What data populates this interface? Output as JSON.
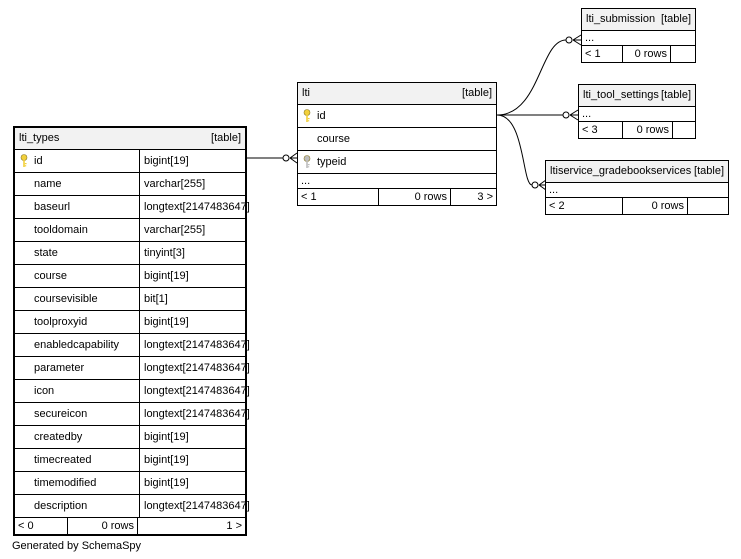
{
  "tables": {
    "lti_types": {
      "name": "lti_types",
      "kind": "[table]",
      "columns": [
        {
          "name": "id",
          "type": "bigint[19]",
          "key": "primary"
        },
        {
          "name": "name",
          "type": "varchar[255]"
        },
        {
          "name": "baseurl",
          "type": "longtext[2147483647]"
        },
        {
          "name": "tooldomain",
          "type": "varchar[255]"
        },
        {
          "name": "state",
          "type": "tinyint[3]"
        },
        {
          "name": "course",
          "type": "bigint[19]"
        },
        {
          "name": "coursevisible",
          "type": "bit[1]"
        },
        {
          "name": "toolproxyid",
          "type": "bigint[19]"
        },
        {
          "name": "enabledcapability",
          "type": "longtext[2147483647]"
        },
        {
          "name": "parameter",
          "type": "longtext[2147483647]"
        },
        {
          "name": "icon",
          "type": "longtext[2147483647]"
        },
        {
          "name": "secureicon",
          "type": "longtext[2147483647]"
        },
        {
          "name": "createdby",
          "type": "bigint[19]"
        },
        {
          "name": "timecreated",
          "type": "bigint[19]"
        },
        {
          "name": "timemodified",
          "type": "bigint[19]"
        },
        {
          "name": "description",
          "type": "longtext[2147483647]"
        }
      ],
      "footer": {
        "parents": "< 0",
        "rows": "0 rows",
        "children": "1 >"
      }
    },
    "lti": {
      "name": "lti",
      "kind": "[table]",
      "columns": [
        {
          "name": "id",
          "key": "primary"
        },
        {
          "name": "course"
        },
        {
          "name": "typeid",
          "key": "foreign"
        }
      ],
      "more": "...",
      "footer": {
        "parents": "< 1",
        "rows": "0 rows",
        "children": "3 >"
      }
    },
    "lti_submission": {
      "name": "lti_submission",
      "kind": "[table]",
      "more": "...",
      "footer": {
        "parents": "< 1",
        "rows": "0 rows",
        "children": ""
      }
    },
    "lti_tool_settings": {
      "name": "lti_tool_settings",
      "kind": "[table]",
      "more": "...",
      "footer": {
        "parents": "< 3",
        "rows": "0 rows",
        "children": ""
      }
    },
    "ltiservice_gradebookservices": {
      "name": "ltiservice_gradebookservices",
      "kind": "[table]",
      "more": "...",
      "footer": {
        "parents": "< 2",
        "rows": "0 rows",
        "children": ""
      }
    }
  },
  "generated_by": "Generated by SchemaSpy",
  "colors": {
    "header_bg": "#f2f2f2",
    "primary_key": "#f2d03b",
    "foreign_key": "#bdbdbd"
  }
}
